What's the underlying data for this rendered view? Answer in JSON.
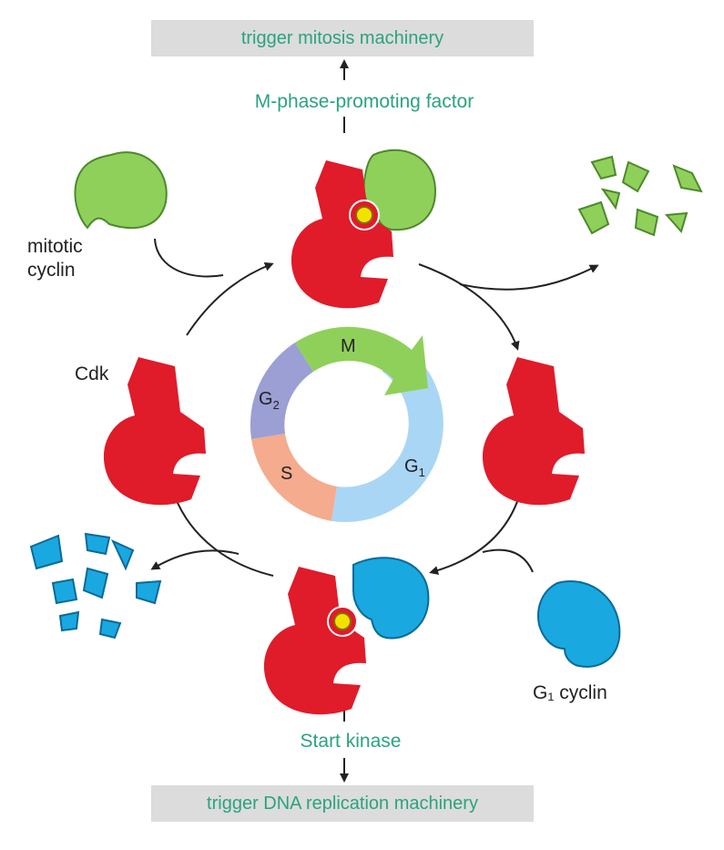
{
  "labels": {
    "top_box": "trigger mitosis machinery",
    "mpf": "M-phase-promoting factor",
    "mitotic_cyclin_line1": "mitotic",
    "mitotic_cyclin_line2": "cyclin",
    "cdk": "Cdk",
    "start_kinase": "Start kinase",
    "bottom_box": "trigger DNA replication machinery",
    "g1_cyclin": "G₁ cyclin",
    "phase_m": "M",
    "phase_g2": "G",
    "phase_g2_sub": "2",
    "phase_s": "S",
    "phase_g1": "G",
    "phase_g1_sub": "1"
  },
  "colors": {
    "cdk": "#e01b2a",
    "mitotic_cyclin": "#8fd05a",
    "g1_cyclin": "#1aa8e0",
    "phase_m": "#8fd05a",
    "phase_g1": "#aad6f5",
    "phase_s": "#f4ab8e",
    "phase_g2": "#9b9fd4",
    "text_teal": "#2aa37f",
    "box_gray": "#dcdcdc"
  }
}
